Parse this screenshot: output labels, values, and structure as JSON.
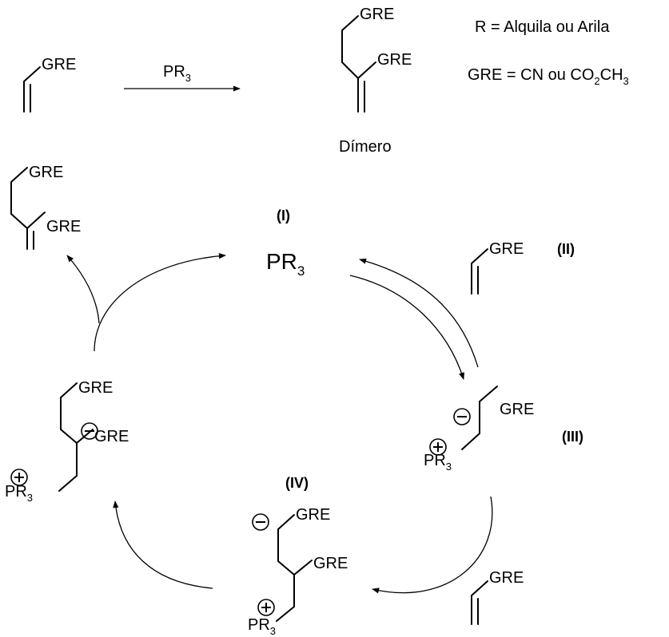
{
  "header": {
    "reagent": "PR",
    "reagent_sub": "3",
    "dimer_label": "Dímero",
    "legend_r": "R = Alquila ou Arila",
    "legend_gre_prefix": "GRE = CN ou CO",
    "legend_gre_sub1": "2",
    "legend_gre_mid": "CH",
    "legend_gre_sub2": "3"
  },
  "groups": {
    "gre": "GRE",
    "pr": "PR",
    "pr_sub": "3"
  },
  "cycle": {
    "label_1": "(I)",
    "label_2": "(II)",
    "label_3": "(III)",
    "label_4": "(IV)",
    "catalyst": "PR",
    "catalyst_sub": "3"
  },
  "charges": {
    "plus": "+",
    "minus": "−"
  },
  "colors": {
    "ink": "#000000",
    "background": "#ffffff"
  }
}
